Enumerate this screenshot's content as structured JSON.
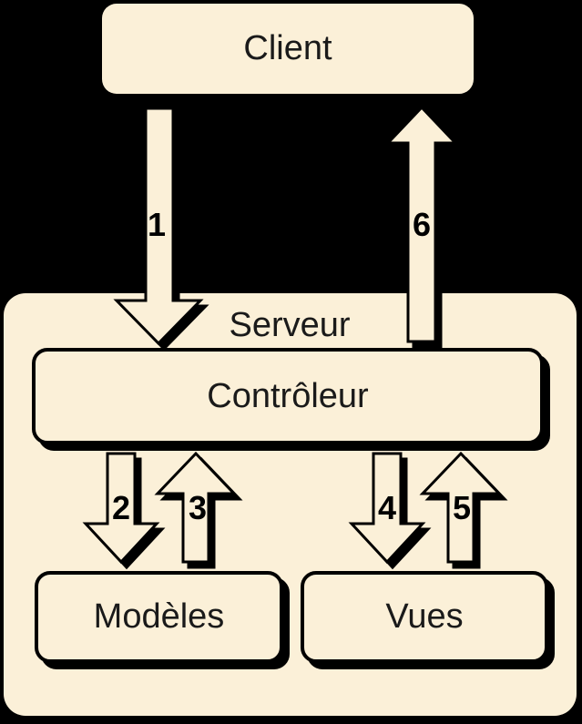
{
  "palette": {
    "background": "#000000",
    "shape_fill": "#FBF0D8",
    "line": "#000000",
    "text": "#1A1A1A"
  },
  "boxes": {
    "client": {
      "label": "Client"
    },
    "server": {
      "label": "Serveur"
    },
    "controller": {
      "label": "Contrôleur"
    },
    "models": {
      "label": "Modèles"
    },
    "views": {
      "label": "Vues"
    }
  },
  "arrows": [
    {
      "label": "1",
      "direction": "down",
      "from": "Client",
      "to": "Contrôleur"
    },
    {
      "label": "2",
      "direction": "down",
      "from": "Contrôleur",
      "to": "Modèles"
    },
    {
      "label": "3",
      "direction": "up",
      "from": "Modèles",
      "to": "Contrôleur"
    },
    {
      "label": "4",
      "direction": "down",
      "from": "Contrôleur",
      "to": "Vues"
    },
    {
      "label": "5",
      "direction": "up",
      "from": "Vues",
      "to": "Contrôleur"
    },
    {
      "label": "6",
      "direction": "up",
      "from": "Contrôleur",
      "to": "Client"
    }
  ]
}
